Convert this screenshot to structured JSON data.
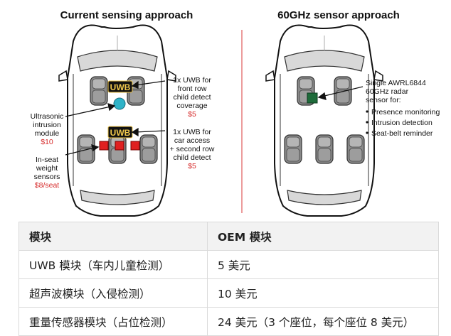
{
  "left_panel": {
    "title": "Current sensing approach",
    "uwb_label_front": "UWB",
    "uwb_label_rear": "UWB",
    "callout_uwb_front": {
      "lines": [
        "1x UWB for",
        "front row",
        "child detect",
        "coverage"
      ],
      "price": "$5"
    },
    "callout_uwb_rear": {
      "lines": [
        "1x UWB for",
        "car access",
        "+ second row",
        "child detect"
      ],
      "price": "$5"
    },
    "callout_ultrasonic": {
      "lines": [
        "Ultrasonic",
        "intrusion",
        "module"
      ],
      "price": "$10"
    },
    "callout_weight": {
      "lines": [
        "In-seat",
        "weight",
        "sensors"
      ],
      "price": "$8/seat"
    }
  },
  "right_panel": {
    "title": "60GHz sensor approach",
    "callout_radar": {
      "lines": [
        "Single AWRL6844",
        "60GHz radar",
        "sensor for:"
      ],
      "bullets": [
        "Presence monitoring",
        "Intrusion detection",
        "Seat-belt reminder"
      ]
    }
  },
  "colors": {
    "price_red": "#d62b2b",
    "divider": "#e05a5a",
    "ultrasonic": "#2fb3c8",
    "weight_sensor": "#e02020",
    "radar": "#1e6b3a",
    "uwb_bg": "#111111",
    "uwb_text": "#f2c94c"
  },
  "table": {
    "headers": [
      "模块",
      "OEM 模块"
    ],
    "rows": [
      [
        "UWB 模块（车内儿童检测）",
        "5 美元"
      ],
      [
        "超声波模块（入侵检测）",
        "10 美元"
      ],
      [
        "重量传感器模块（占位检测）",
        "24 美元（3 个座位，每个座位 8 美元）"
      ]
    ]
  }
}
